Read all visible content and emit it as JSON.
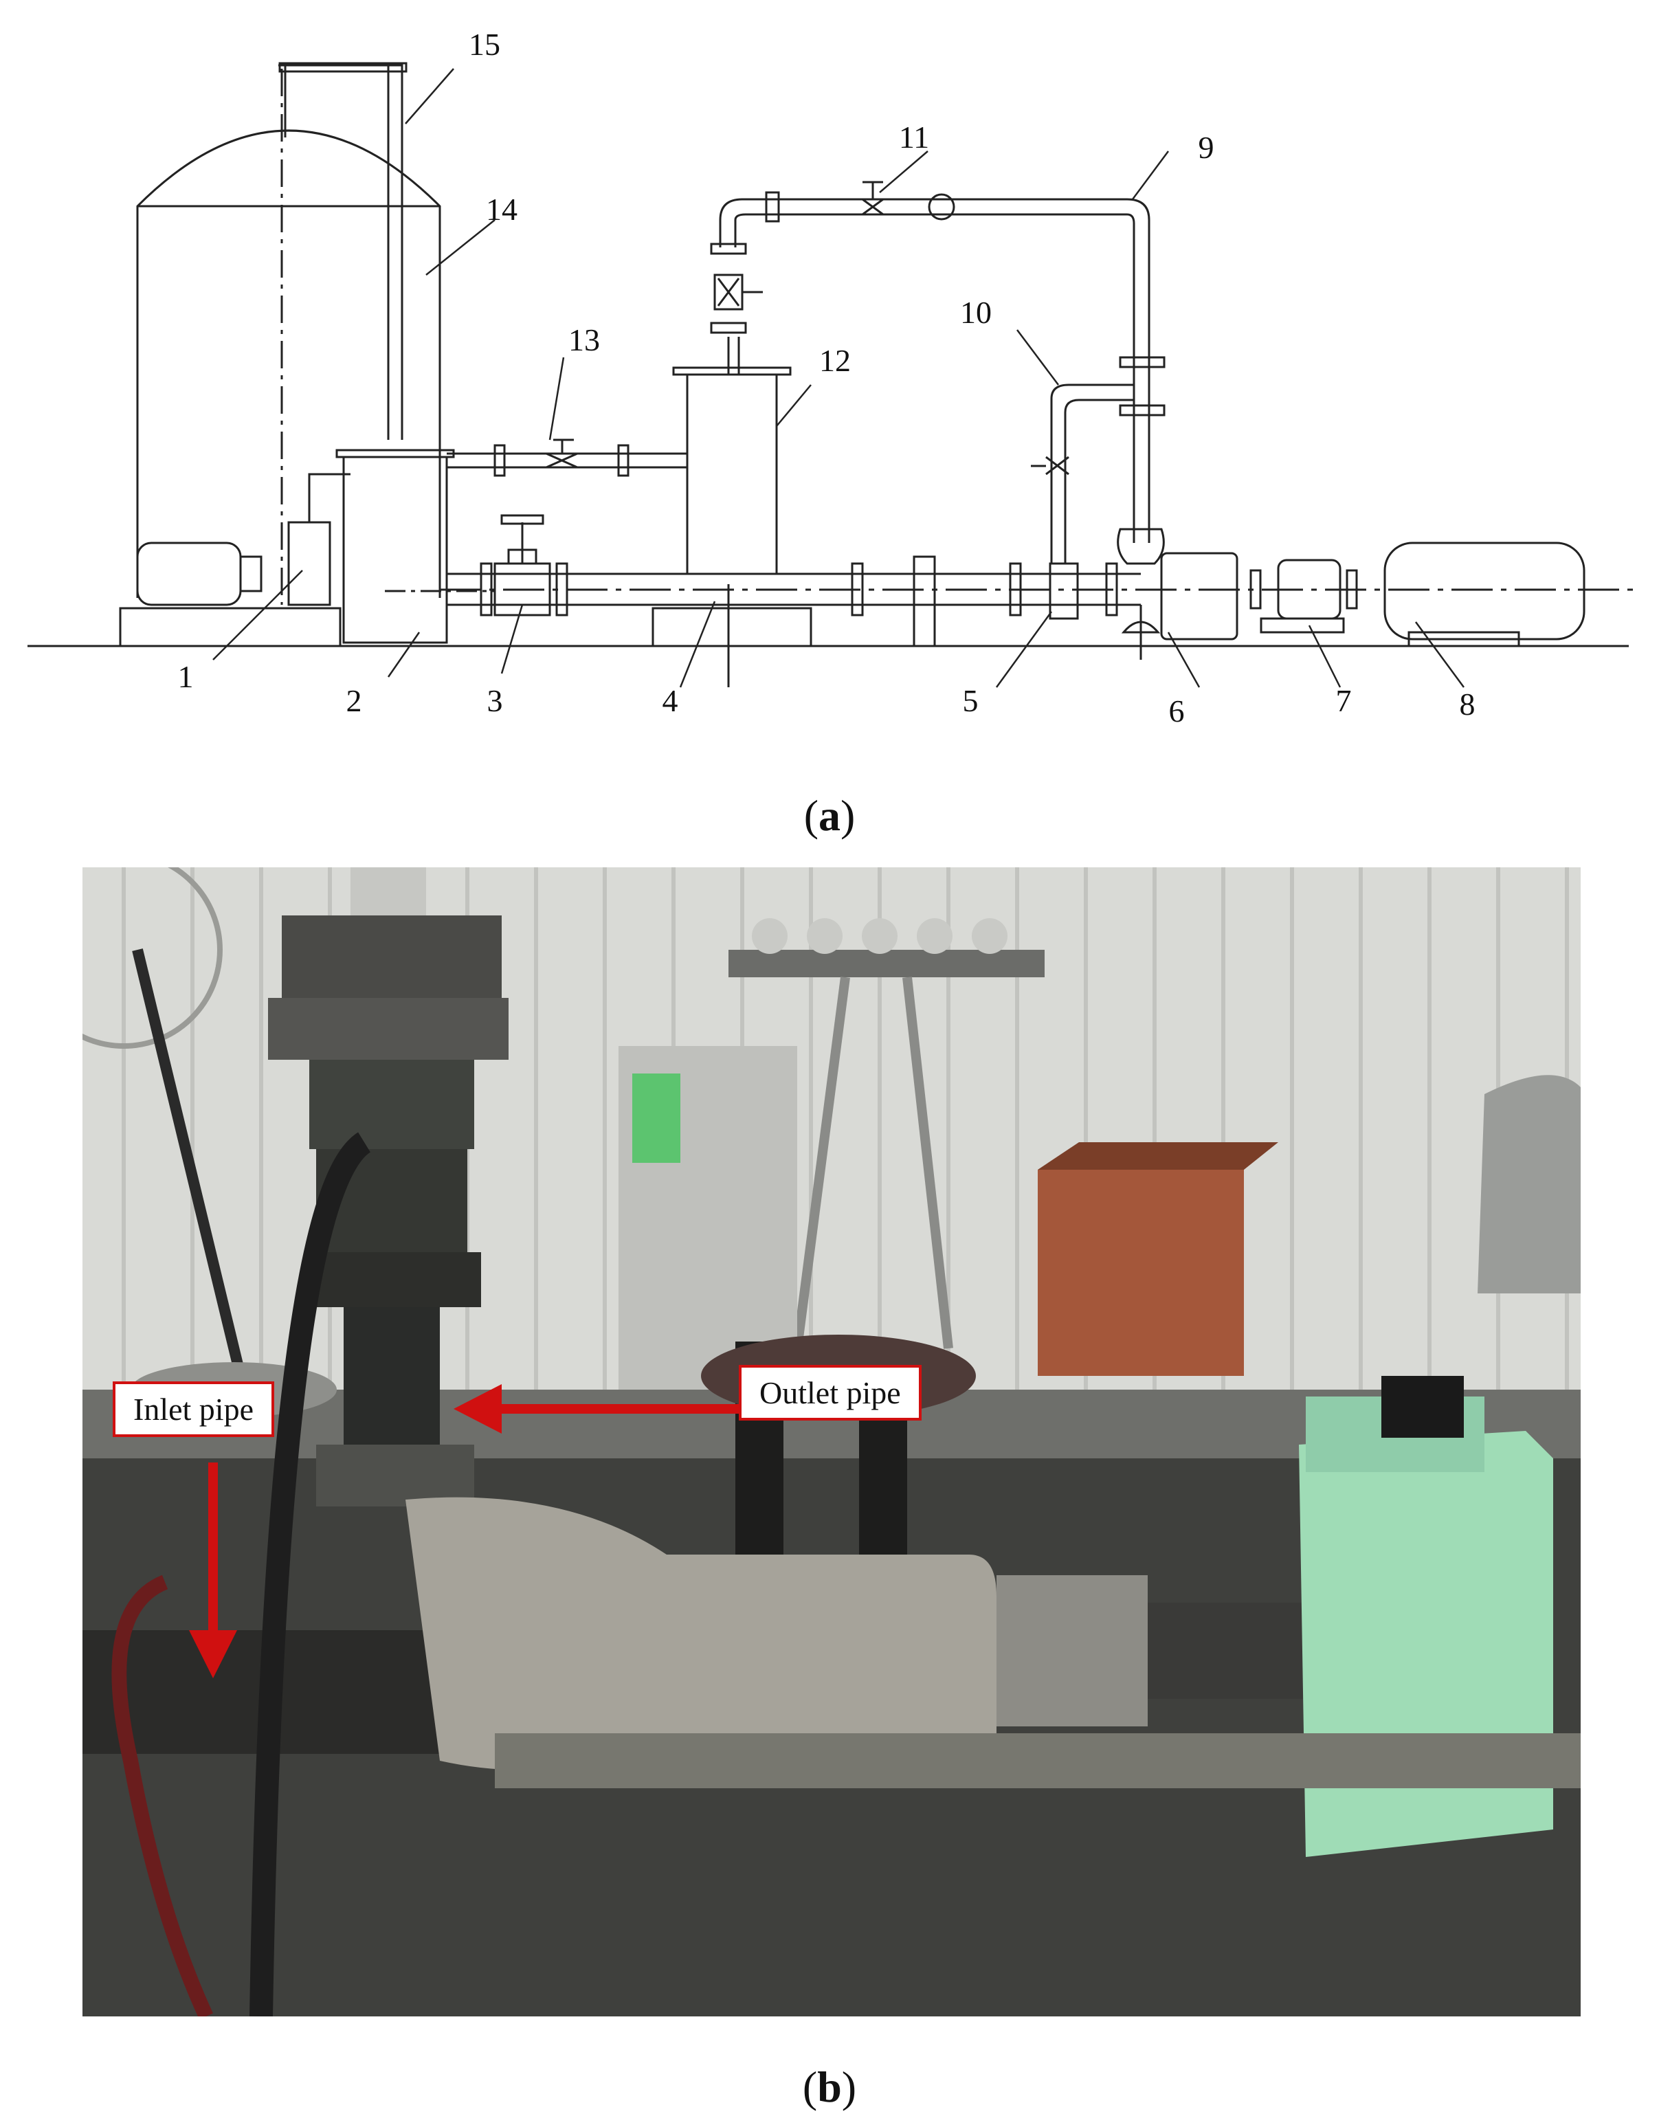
{
  "figure_a": {
    "caption_letter": "a",
    "callouts": [
      "1",
      "2",
      "3",
      "4",
      "5",
      "6",
      "7",
      "8",
      "9",
      "10",
      "11",
      "12",
      "13",
      "14",
      "15"
    ]
  },
  "figure_b": {
    "caption_letter": "b",
    "annotations": {
      "inlet": "Inlet pipe",
      "outlet": "Outlet pipe"
    },
    "colors": {
      "annotation": "#d01010",
      "motor": "#9fdcb6"
    }
  }
}
